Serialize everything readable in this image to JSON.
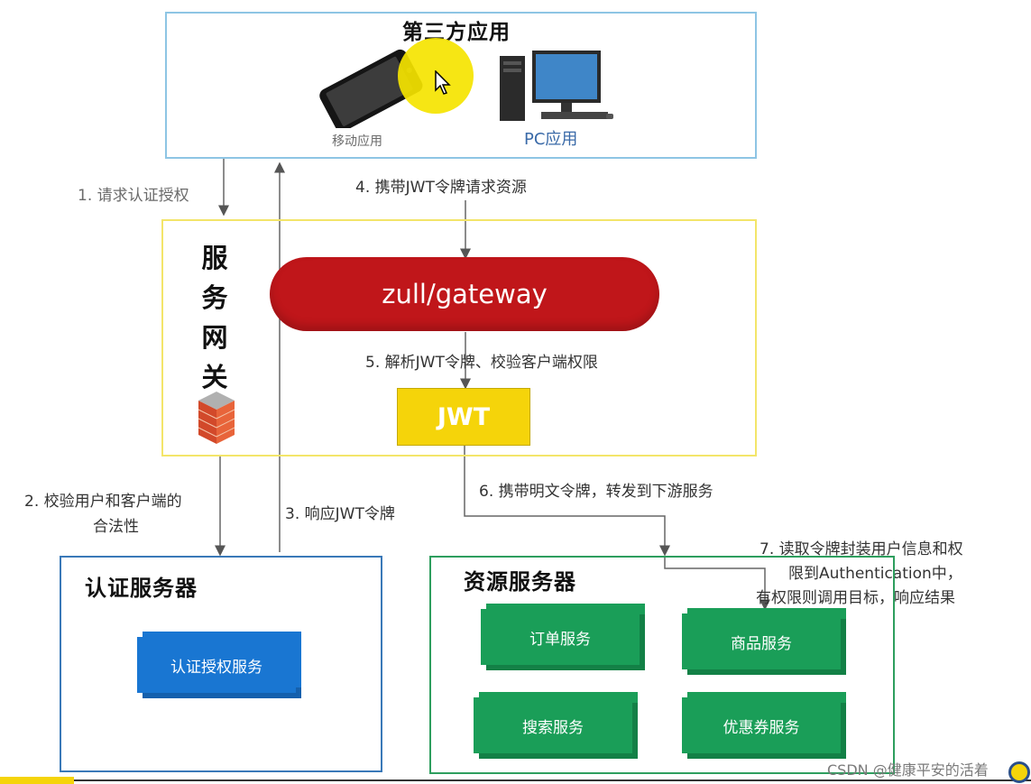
{
  "third_party": {
    "title": "第三方应用",
    "mobile_label": "移动应用",
    "pc_label": "PC应用"
  },
  "gateway": {
    "title_chars": [
      "服",
      "务",
      "网",
      "关"
    ],
    "zull_label": "zull/gateway",
    "jwt_label": "JWT"
  },
  "auth_server": {
    "title": "认证服务器",
    "service_label": "认证授权服务"
  },
  "resource_server": {
    "title": "资源服务器",
    "services": [
      "订单服务",
      "商品服务",
      "搜索服务",
      "优惠券服务"
    ]
  },
  "steps": {
    "s1": "1. 请求认证授权",
    "s2_line1": "2. 校验用户和客户端的",
    "s2_line2": "合法性",
    "s3": "3. 响应JWT令牌",
    "s4": "4. 携带JWT令牌请求资源",
    "s5": "5. 解析JWT令牌、校验客户端权限",
    "s6": "6. 携带明文令牌，转发到下游服务",
    "s7_line1": "7. 读取令牌封装用户信息和权",
    "s7_line2": "限到Authentication中，",
    "s7_line3": "有权限则调用目标，响应结果"
  },
  "watermark": "CSDN @健康平安的活着",
  "colors": {
    "third_party_border": "#8ec5e4",
    "gateway_border": "#f3e56a",
    "auth_border": "#3a79b8",
    "resource_border": "#2e9e5e",
    "zull_fill": "#c0161a",
    "jwt_fill": "#f5d40a",
    "service_green": "#1a9e58",
    "service_blue": "#1976d2"
  }
}
